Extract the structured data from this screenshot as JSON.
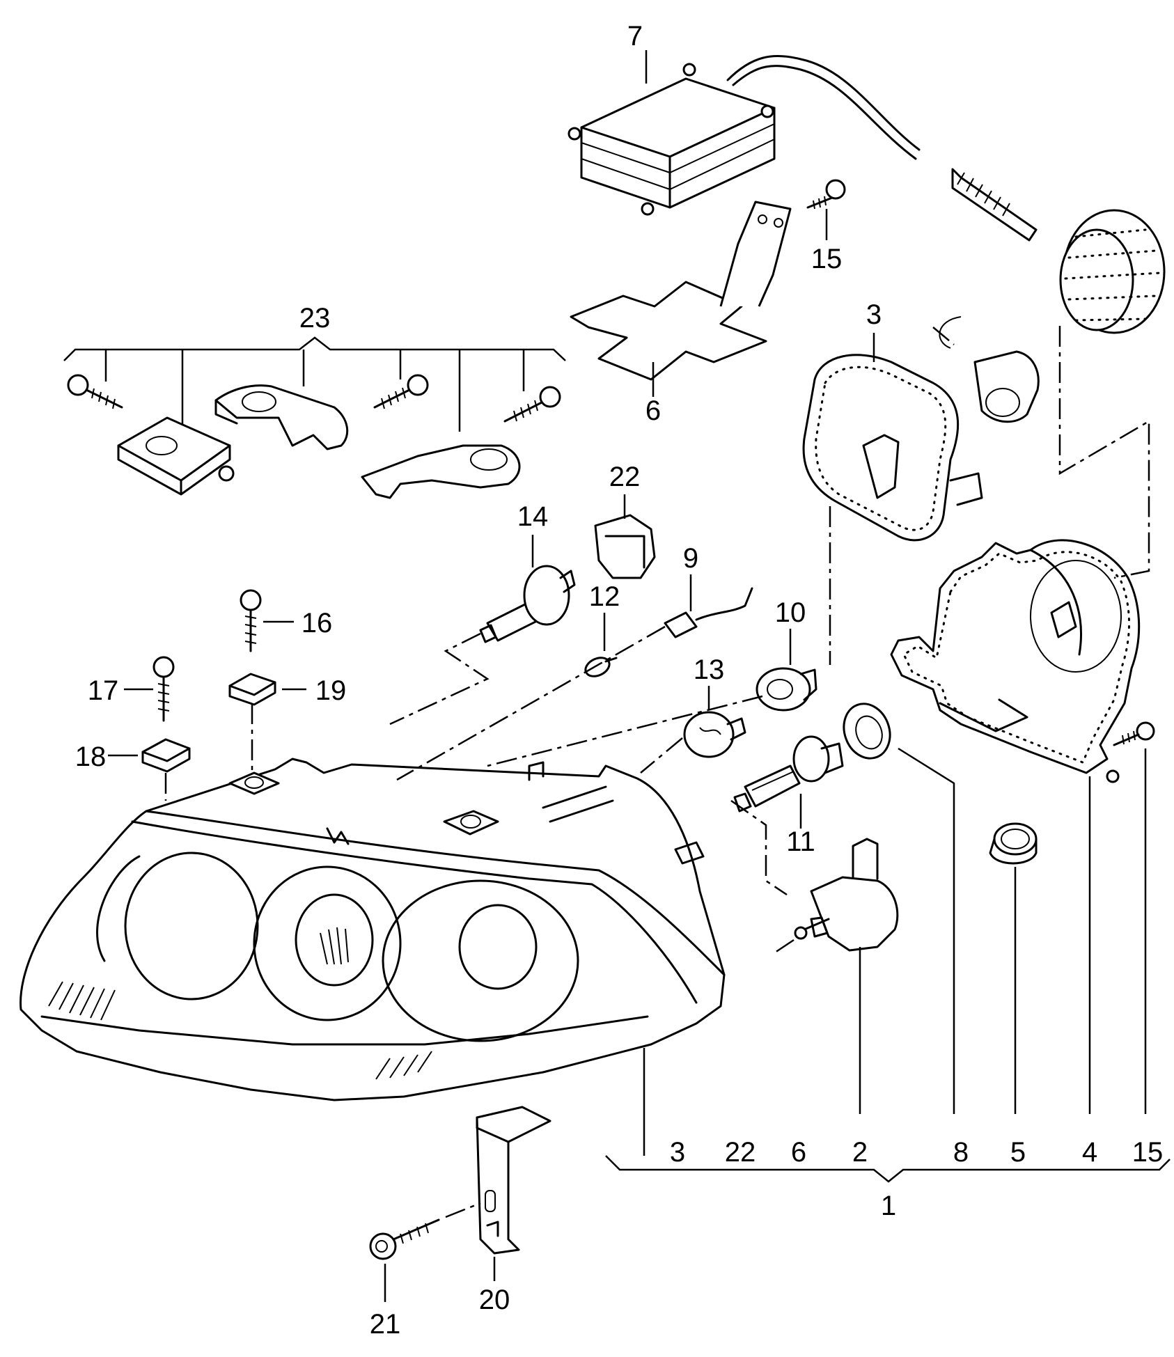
{
  "callouts": {
    "c1": "1",
    "c2": "2",
    "c3a": "3",
    "c3b": "3",
    "c4": "4",
    "c5": "5",
    "c6a": "6",
    "c6b": "6",
    "c7": "7",
    "c8": "8",
    "c9": "9",
    "c10": "10",
    "c11": "11",
    "c12": "12",
    "c13": "13",
    "c14": "14",
    "c15a": "15",
    "c15b": "15",
    "c16": "16",
    "c17": "17",
    "c18": "18",
    "c19": "19",
    "c20": "20",
    "c21": "21",
    "c22a": "22",
    "c22b": "22",
    "c23": "23"
  }
}
